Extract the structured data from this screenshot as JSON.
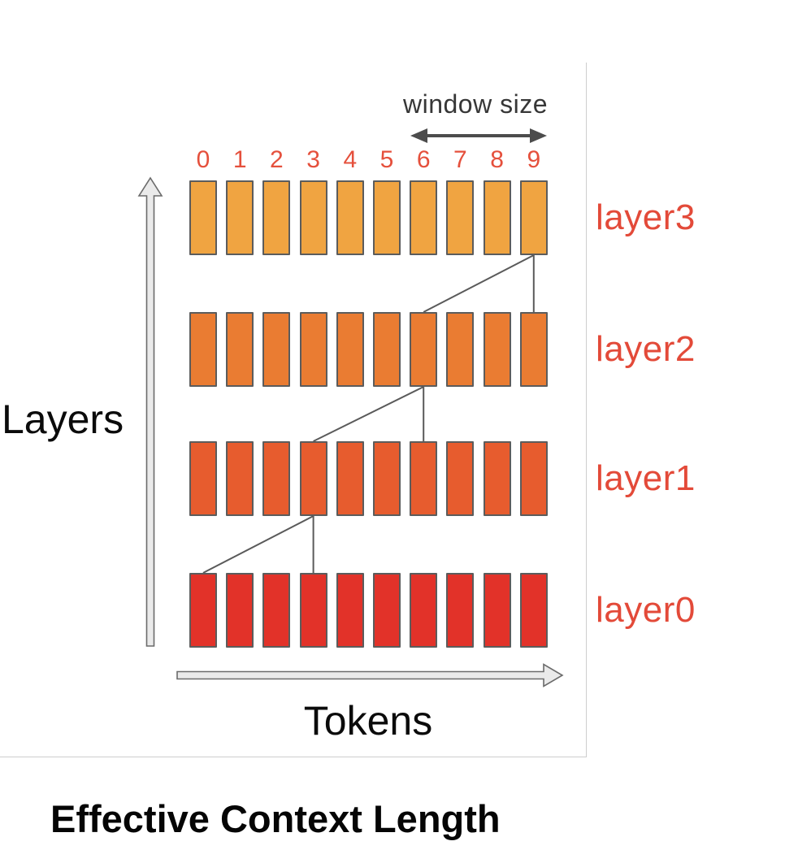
{
  "caption": "Effective Context Length",
  "diagram": {
    "window": {
      "label": "window size"
    },
    "axes": {
      "y_label": "Layers",
      "x_label": "Tokens"
    },
    "tokens": [
      "0",
      "1",
      "2",
      "3",
      "4",
      "5",
      "6",
      "7",
      "8",
      "9"
    ],
    "layers": [
      {
        "id": "layer3",
        "label": "layer3",
        "color": "#F0A441"
      },
      {
        "id": "layer2",
        "label": "layer2",
        "color": "#EA7C32"
      },
      {
        "id": "layer1",
        "label": "layer1",
        "color": "#E75C2E"
      },
      {
        "id": "layer0",
        "label": "layer0",
        "color": "#E23229"
      }
    ],
    "connectors": [
      {
        "from": {
          "layer": "layer3",
          "token": 9
        },
        "to": {
          "layer": "layer2",
          "token": 6
        }
      },
      {
        "from": {
          "layer": "layer3",
          "token": 9
        },
        "to": {
          "layer": "layer2",
          "token": 9
        }
      },
      {
        "from": {
          "layer": "layer2",
          "token": 6
        },
        "to": {
          "layer": "layer1",
          "token": 3
        }
      },
      {
        "from": {
          "layer": "layer2",
          "token": 6
        },
        "to": {
          "layer": "layer1",
          "token": 6
        }
      },
      {
        "from": {
          "layer": "layer1",
          "token": 3
        },
        "to": {
          "layer": "layer0",
          "token": 0
        }
      },
      {
        "from": {
          "layer": "layer1",
          "token": 3
        },
        "to": {
          "layer": "layer0",
          "token": 3
        }
      }
    ],
    "colors": {
      "box_border": "#5C5C5C",
      "connector_line": "#5a5a5a",
      "label_red": "#E34A39",
      "token_number_red": "#E5503C",
      "window_arrow": "#4c4c4c",
      "axis_arrow_fill": "#eaeaea",
      "axis_arrow_stroke": "#6b6b6b",
      "panel_border": "#cdcdcd",
      "text_dark": "#0b0b0b"
    }
  }
}
